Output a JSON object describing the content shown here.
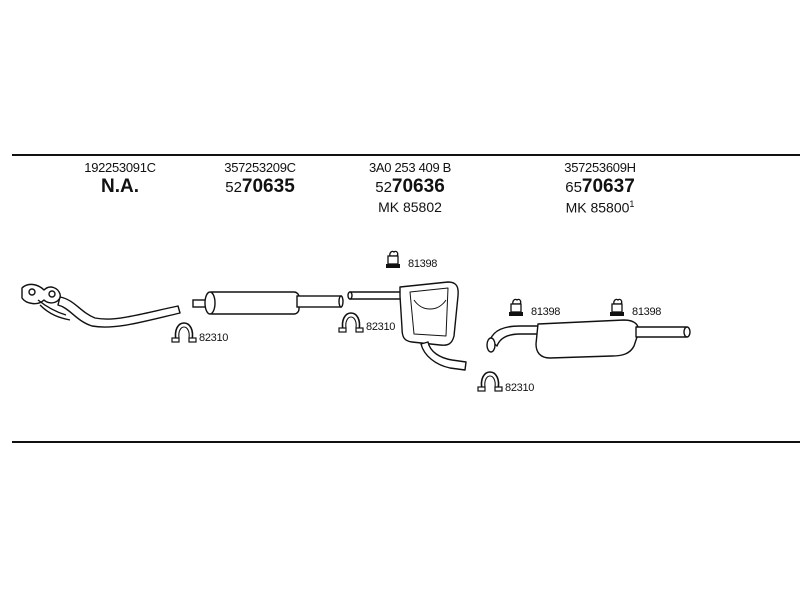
{
  "columns": [
    {
      "oem": "192253091C",
      "na": "N.A."
    },
    {
      "oem": "357253209C",
      "part_prefix": "52",
      "part_main": "70635"
    },
    {
      "oem": "3A0 253 409 B",
      "part_prefix": "52",
      "part_main": "70636",
      "mk": "MK  85802"
    },
    {
      "oem": "357253609H",
      "part_prefix": "65",
      "part_main": "70637",
      "mk": "MK  85800",
      "mk_sup": "1"
    }
  ],
  "accessories": {
    "clamp": "82310",
    "hanger": "81398"
  }
}
